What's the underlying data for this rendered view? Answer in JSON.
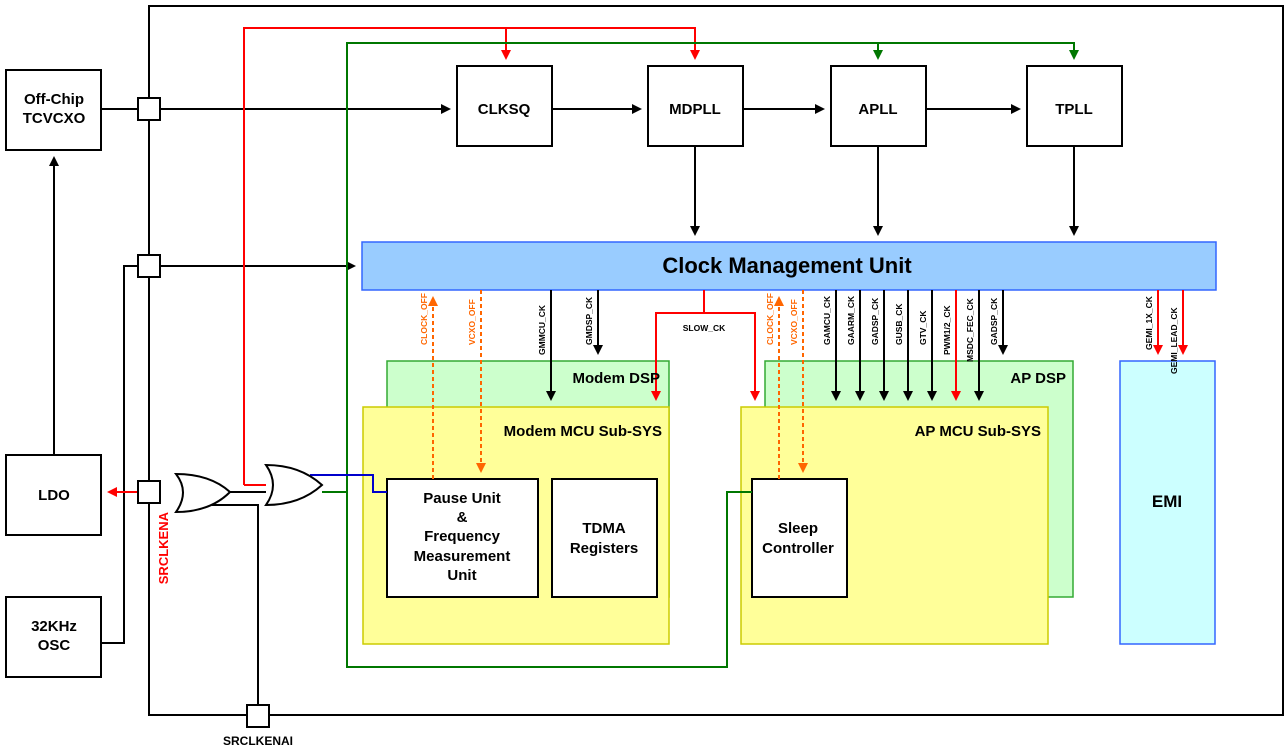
{
  "blocks": {
    "off_chip": [
      "Off-Chip",
      "TCVCXO"
    ],
    "ldo": "LDO",
    "osc": [
      "32KHz",
      "OSC"
    ],
    "clksq": "CLKSQ",
    "mdpll": "MDPLL",
    "apll": "APLL",
    "tpll": "TPLL",
    "cmu": "Clock Management Unit",
    "modem_dsp": "Modem DSP",
    "modem_mcu": "Modem MCU Sub-SYS",
    "ap_dsp": "AP DSP",
    "ap_mcu": "AP MCU Sub-SYS",
    "pause_unit": [
      "Pause Unit",
      "&",
      "Frequency",
      "Measurement",
      "Unit"
    ],
    "tdma": [
      "TDMA",
      "Registers"
    ],
    "sleep_ctrl": [
      "Sleep",
      "Controller"
    ],
    "emi": "EMI"
  },
  "signals": {
    "srclkena": "SRCLKENA",
    "srclkenai": "SRCLKENAI",
    "slow_ck": "SLOW_CK",
    "modem_side": [
      "CLOCK_OFF",
      "VCXO_OFF",
      "GMMCU_CK",
      "GMDSP_CK"
    ],
    "ap_side": [
      "CLOCK_OFF",
      "VCXO_OFF",
      "GAMCU_CK",
      "GAARM_CK",
      "GADSP_CK",
      "GUSB_CK",
      "GTV_CK",
      "PWM1/2_CK",
      "MSDC_FEC_CK",
      "GADSP_CK"
    ],
    "emi_side": [
      "GEMI_1X_CK",
      "GEMI_LEAD_CK"
    ]
  },
  "colors": {
    "cmu_fill": "#99ccff",
    "dsp_fill": "#ccffcc",
    "mcu_fill": "#ffff99",
    "emi_fill": "#ccffff",
    "power_line": "#ff0000",
    "enable_line": "#007700",
    "dashed_line": "#ff6600"
  }
}
